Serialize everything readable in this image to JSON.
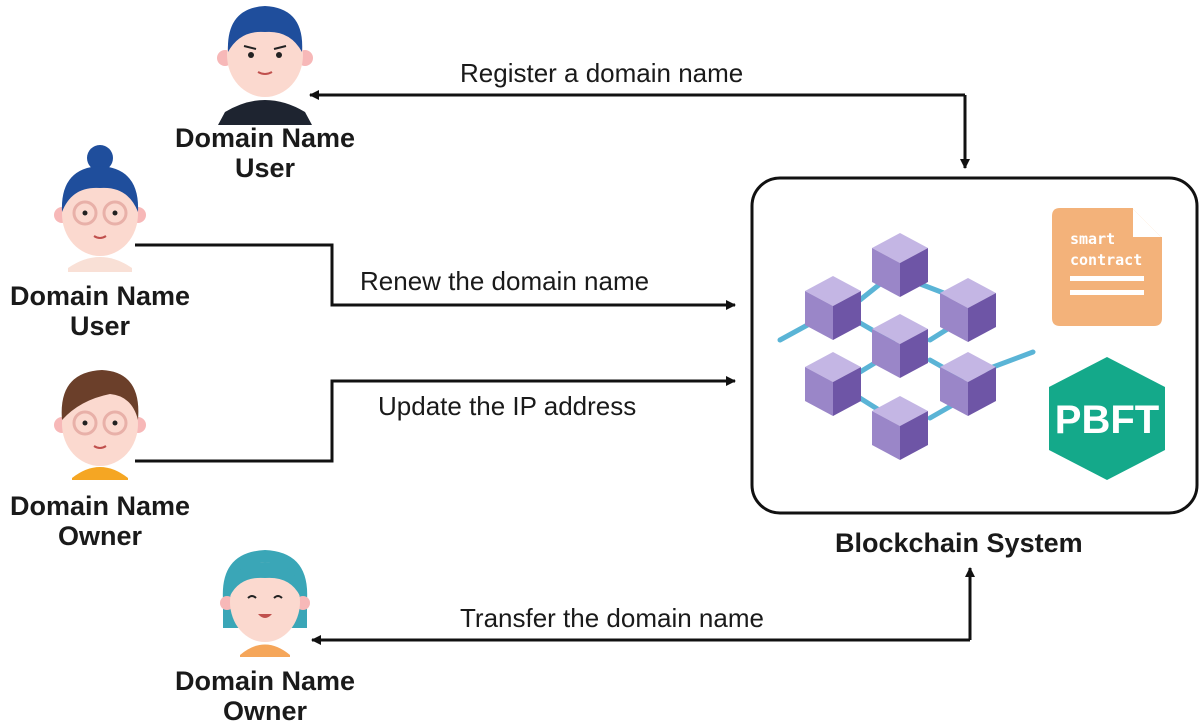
{
  "actors": [
    {
      "line1": "Domain Name",
      "line2": "User"
    },
    {
      "line1": "Domain Name",
      "line2": "User"
    },
    {
      "line1": "Domain Name",
      "line2": "Owner"
    },
    {
      "line1": "Domain Name",
      "line2": "Owner"
    }
  ],
  "actions": {
    "register": "Register a domain name",
    "renew": "Renew the domain name",
    "update_ip": "Update the IP address",
    "transfer": "Transfer the domain name"
  },
  "system": {
    "title": "Blockchain System",
    "contract_line1": "smart",
    "contract_line2": "contract",
    "consensus": "PBFT"
  },
  "colors": {
    "arrow": "#111111",
    "cube": "#8a74b8",
    "link": "#5ab4d6",
    "contract": "#f3b27a",
    "pbft": "#14a98a"
  }
}
